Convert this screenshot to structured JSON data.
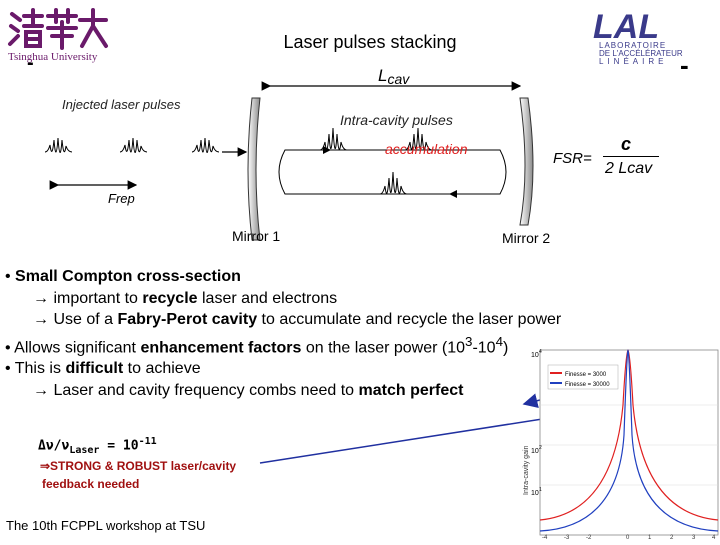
{
  "header": {
    "title": "Laser pulses stacking",
    "left_logo_text": "Tsinghua University",
    "right_logo_text": "LAL",
    "right_logo_sub1": "LABORATOIRE",
    "right_logo_sub2": "DE L'ACCÉLÉRATEUR",
    "right_logo_sub3": "LINÉAIRE"
  },
  "diagram": {
    "lcav_main": "L",
    "lcav_sub": "cav",
    "injected": "Injected laser pulses",
    "intra": "Intra-cavity pulses",
    "accumulation": "accumulation",
    "fsr_label": "FSR=",
    "fsr_num": "c",
    "fsr_den": "2 Lcav",
    "frep": "Frep",
    "mirror1": "Mirror 1",
    "mirror2": "Mirror 2"
  },
  "bullets": [
    {
      "pre": "• ",
      "bold": "Small Compton cross-section",
      "post": ""
    },
    {
      "pre": "→ important to ",
      "bold": "recycle",
      "post": " laser and electrons"
    },
    {
      "pre": "→ Use of a ",
      "bold": "Fabry-Perot cavity",
      "post": " to accumulate and recycle the laser power"
    },
    {
      "pre": "• Allows significant ",
      "bold": "enhancement factors",
      "post": " on the laser power (10",
      "sup1": "3",
      "mid": "-10",
      "sup2": "4",
      "end": ")"
    },
    {
      "pre": "• This is ",
      "bold": "difficult",
      "post": " to achieve"
    },
    {
      "pre": "→ Laser and cavity frequency combs need to ",
      "bold": "match perfect",
      "post": ""
    }
  ],
  "formula": {
    "delta": "Δν/ν",
    "sub": "Laser",
    "eq": " = 10",
    "exp": "-11"
  },
  "strong": {
    "line1": "⇒STRONG & ROBUST  laser/cavity",
    "line2": "feedback needed"
  },
  "plot": {
    "ylabel": "Intra-cavity gain",
    "legend1": "Finesse = 3000",
    "legend2": "Finesse = 30000",
    "ytick_top": "10",
    "ytick_top_exp": "4",
    "ytick_mid": "10",
    "ytick_mid_exp": "2",
    "ytick_low": "10",
    "ytick_low_exp": "1",
    "xticks": [
      "-4",
      "-3",
      "-2",
      "0",
      "1",
      "2",
      "3",
      "4"
    ]
  },
  "footer": "The 10th FCPPL workshop at TSU",
  "colors": {
    "accent_red": "#e02020",
    "arrow_blue": "#2030a0"
  }
}
